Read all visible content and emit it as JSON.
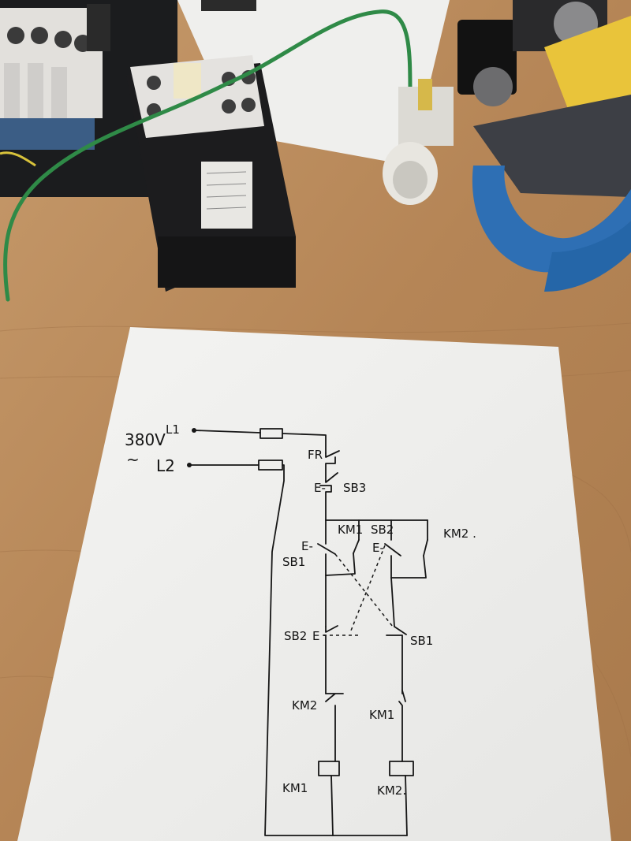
{
  "diagram": {
    "supply": {
      "voltage": "380V",
      "ac_symbol": "~",
      "line1": "L1",
      "line2": "L2"
    },
    "labels": {
      "fr": "FR",
      "sb3": "SB3",
      "sb3_prefix": "E-",
      "km1_top": "KM1",
      "sb2_top": "SB2",
      "km2_right": "KM2 .",
      "sb1_left": "SB1",
      "e_left": "E-",
      "e_right": "E-",
      "sb2_mid": "SB2",
      "sb2_mid_prefix": "E",
      "sb1_mid": "SB1",
      "km2_interlock": "KM2",
      "km1_interlock": "KM1",
      "km1_coil": "KM1",
      "km2_coil": "KM2."
    }
  }
}
